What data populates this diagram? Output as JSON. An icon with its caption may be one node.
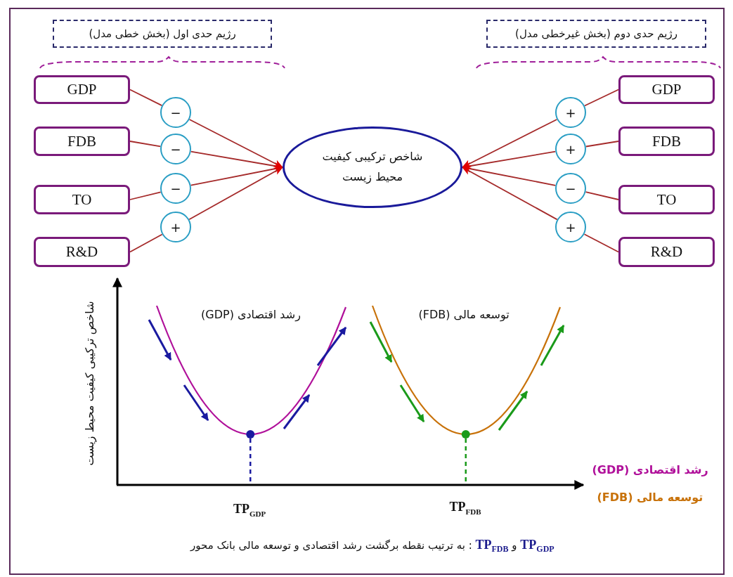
{
  "diagram": {
    "caption": "**TP**$_{GDP}$ و **TP**$_{FDB}$ : به ترتیب نقطه برگشت رشد اقتصادی و توسعه مالی بانک محور",
    "nodes": [
      {
        "text": [
          "رژیم حدی اول (بخش خطی مدل)"
        ]
      },
      {
        "text": [
          "رژیم حدی دوم (بخش غیرخطی مدل)"
        ]
      },
      {
        "text": [
          "GDP"
        ]
      },
      {
        "text": [
          "FDB"
        ]
      },
      {
        "text": [
          "TO"
        ]
      },
      {
        "text": [
          "R&D"
        ]
      },
      {
        "text": [
          "−"
        ]
      },
      {
        "text": [
          "−"
        ]
      },
      {
        "text": [
          "−"
        ]
      },
      {
        "text": [
          "+"
        ]
      },
      {
        "text": [
          "شاخص ترکیبی کیفیت محیط زیست"
        ]
      },
      {
        "text": [
          "GDP"
        ]
      },
      {
        "text": [
          "FDB"
        ]
      },
      {
        "text": [
          "TO"
        ]
      },
      {
        "text": [
          "R&D"
        ]
      },
      {
        "text": [
          "+"
        ]
      },
      {
        "text": [
          "+"
        ]
      },
      {
        "text": [
          "−"
        ]
      },
      {
        "text": [
          "+"
        ]
      }
    ],
    "edges": [
      {
        "from": 2,
        "to": 6,
        "arrow": "none"
      },
      {
        "from": 6,
        "to": 10,
        "arrow": "to"
      },
      {
        "from": 3,
        "to": 7,
        "arrow": "none"
      },
      {
        "from": 7,
        "to": 10,
        "arrow": "to"
      },
      {
        "from": 4,
        "to": 8,
        "arrow": "none"
      },
      {
        "from": 8,
        "to": 10,
        "arrow": "to"
      },
      {
        "from": 5,
        "to": 9,
        "arrow": "none"
      },
      {
        "from": 9,
        "to": 10,
        "arrow": "to"
      },
      {
        "from": 11,
        "to": 15,
        "arrow": "none"
      },
      {
        "from": 15,
        "to": 10,
        "arrow": "to"
      },
      {
        "from": 12,
        "to": 16,
        "arrow": "none"
      },
      {
        "from": 16,
        "to": 10,
        "arrow": "to"
      },
      {
        "from": 13,
        "to": 17,
        "arrow": "none"
      },
      {
        "from": 17,
        "to": 10,
        "arrow": "to"
      },
      {
        "from": 14,
        "to": 18,
        "arrow": "none"
      },
      {
        "from": 18,
        "to": 10,
        "arrow": "to"
      }
    ],
    "labels": [
      "شاخص ترکیبی کیفیت محیط زیست",
      "رشد اقتصادی (GDP)",
      "توسعه مالی (FDB)",
      "رشد اقتصادی (GDP)",
      "توسعه مالی (FDB)",
      "TP$_{FDB}$",
      "TP$_{GDP}$"
    ]
  }
}
